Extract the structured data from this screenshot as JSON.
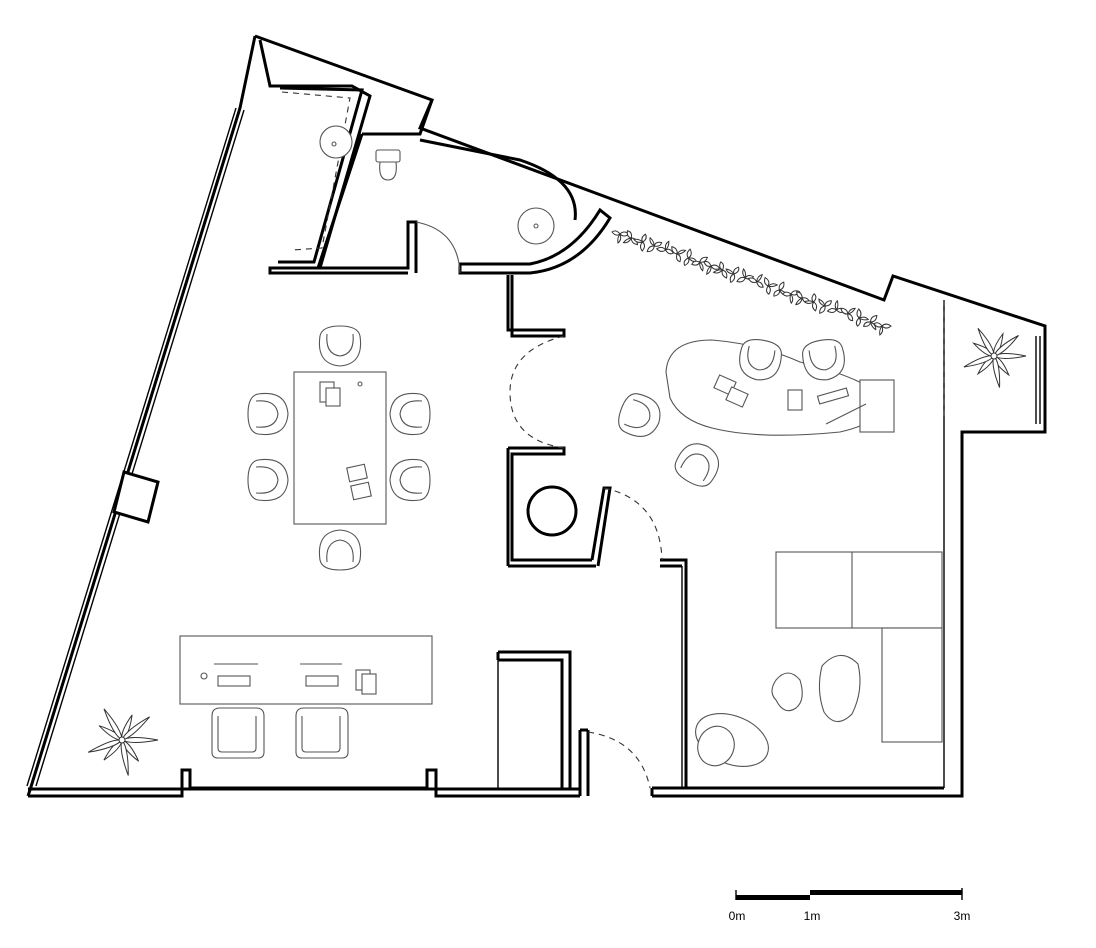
{
  "floor_plan": {
    "scale_bar": {
      "labels": [
        "0m",
        "1m",
        "3m"
      ]
    },
    "colors": {
      "walls": "#000000",
      "furniture": "#555555",
      "background": "#ffffff"
    }
  }
}
